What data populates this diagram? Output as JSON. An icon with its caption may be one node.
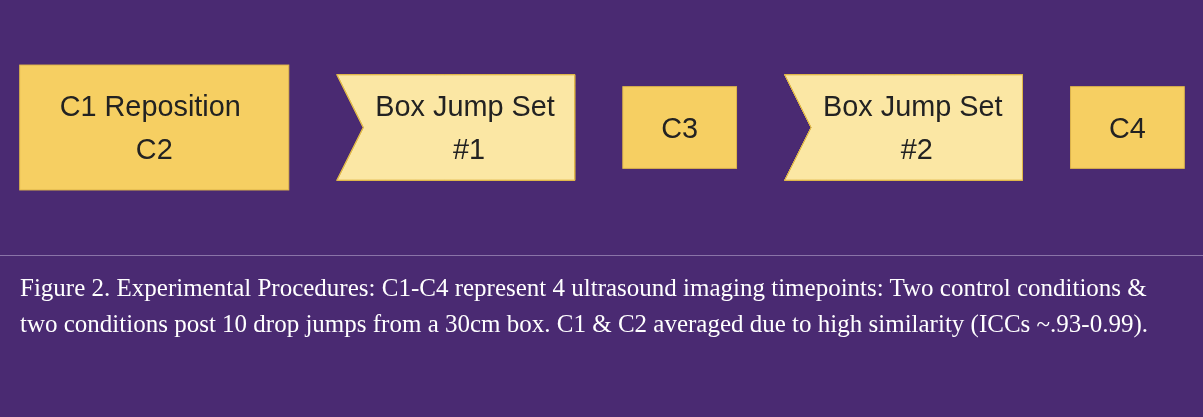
{
  "diagram": {
    "caption": "Figure 2. Experimental Procedures: C1-C4 represent 4 ultrasound imaging timepoints: Two control conditions & two conditions post 10 drop jumps from a 30cm box. C1 & C2 averaged due to high similarity (ICCs ~.93-0.99).",
    "nodes": [
      {
        "text": [
          "C1 Reposition C2"
        ]
      },
      {
        "text": [
          "Box Jump Set #1"
        ]
      },
      {
        "text": [
          "C3"
        ]
      },
      {
        "text": [
          "Box Jump Set #2"
        ]
      },
      {
        "text": [
          "C4"
        ]
      }
    ],
    "edges": []
  }
}
